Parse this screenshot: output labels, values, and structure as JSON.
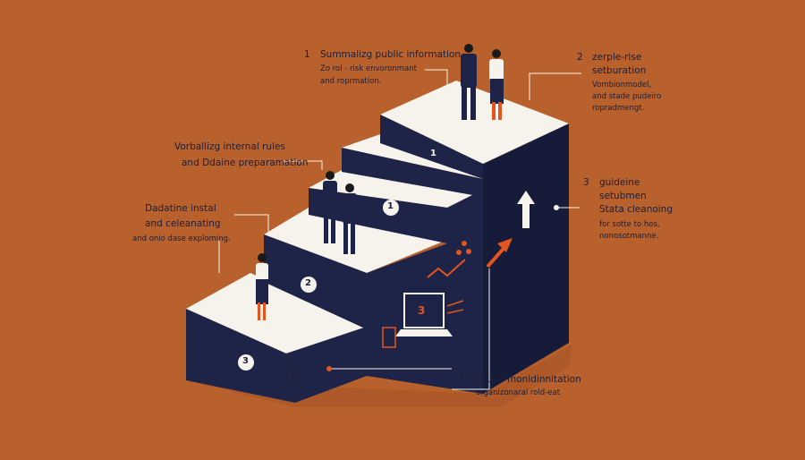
{
  "colors": {
    "background": "#b8612c",
    "navy": "#1d2447",
    "navy_dark": "#151b38",
    "step_top": "#f6f3ec",
    "accent": "#e3551f"
  },
  "step_numbers": [
    "3",
    "2",
    "1",
    "1"
  ],
  "screen_number": "3",
  "labels": {
    "top_center": {
      "num": "1",
      "title": "Summalizg public information",
      "line1": "Zo rol - risk envoronmant",
      "line2": "and roprmation."
    },
    "top_right": {
      "num": "2",
      "title": "zerple-rise",
      "line1": "setburation",
      "line2": "Vombionmodel,",
      "line3": "and stade pudeiro",
      "line4": "ropradmengt."
    },
    "mid_left": {
      "title": "Vorballizg internal rules",
      "line1": "and Ddaine preparamation"
    },
    "low_left": {
      "title": "Dadatine instal",
      "line1": "and celeanating",
      "line2": "and onio dase exploming."
    },
    "right_mid": {
      "num": "3",
      "title": "guideine",
      "line1": "setubmen",
      "line2": "Stata cleanoing",
      "line3": "for sotte to hos,",
      "line4": "nonosotmanne."
    },
    "bottom": {
      "num": "3",
      "title": "soupe    monldinnitation",
      "line1": "organizonaral rold-eat"
    }
  }
}
